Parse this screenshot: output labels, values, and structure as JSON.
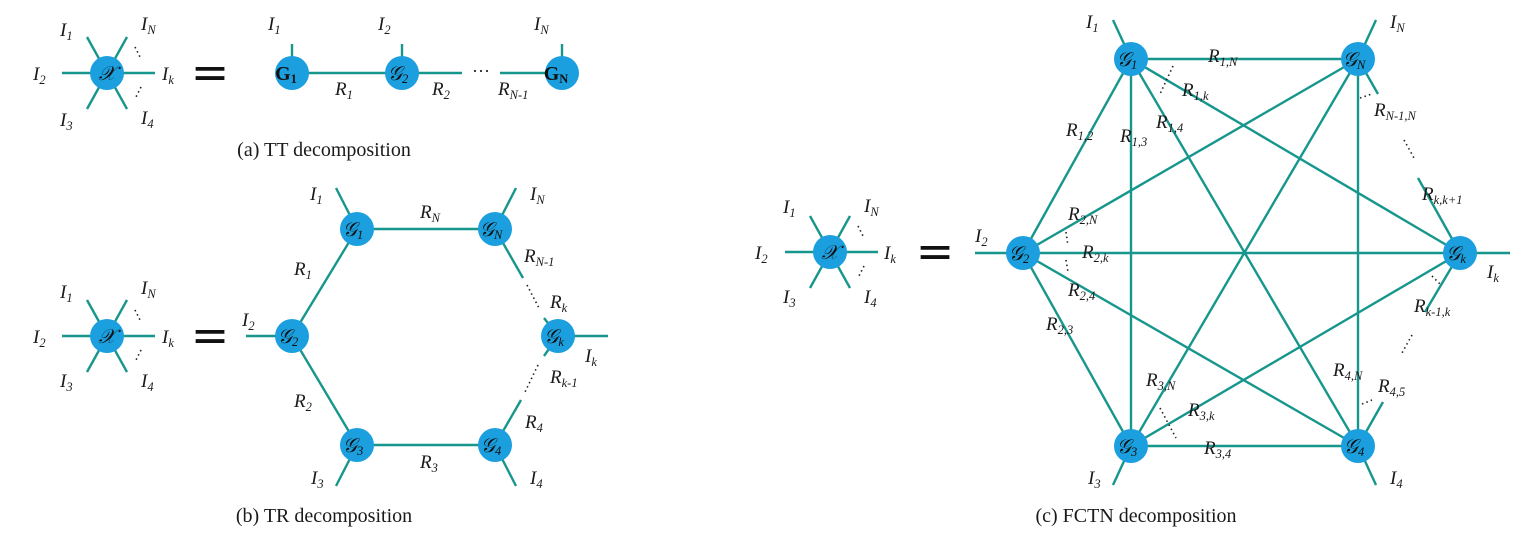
{
  "captions": {
    "tt": "(a) TT decomposition",
    "tr": "(b) TR decomposition",
    "fctn": "(c) FCTN decomposition"
  },
  "symbols": {
    "tensor": "𝒳",
    "core": "𝒢",
    "core_bold": "G",
    "equals": "=",
    "ellipsis": "···"
  },
  "indices": {
    "main": "I",
    "one": "1",
    "two": "2",
    "three": "3",
    "four": "4",
    "k": "k",
    "N": "N"
  },
  "ranks": {
    "main": "R",
    "r1": "1",
    "r2": "2",
    "r3": "3",
    "r4": "4",
    "rN": "N",
    "rNm1": "N-1",
    "rk": "k",
    "rkm1": "k-1",
    "r12": "1,2",
    "r13": "1,3",
    "r14": "1,4",
    "r1k": "1,k",
    "r1N": "1,N",
    "r2N": "2,N",
    "r2k": "2,k",
    "r24": "2,4",
    "r23": "2,3",
    "r3N": "3,N",
    "r3k": "3,k",
    "r34": "3,4",
    "r4N": "4,N",
    "r45": "4,5",
    "rNm1N": "N-1,N",
    "rkkp1": "k,k+1",
    "rkm1k": "k-1,k"
  },
  "colors": {
    "node": "#1b9fdf",
    "edge": "#16968c",
    "text": "#1a1a1a"
  }
}
